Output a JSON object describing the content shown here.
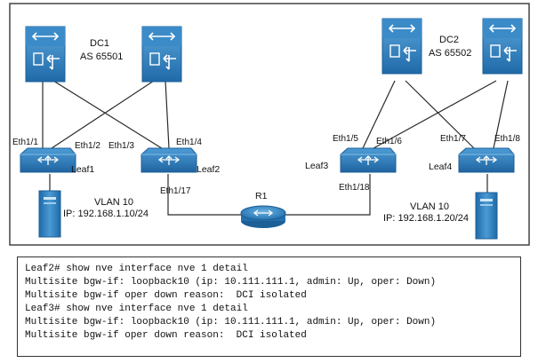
{
  "diagram": {
    "colors": {
      "frame": "#444444",
      "link": "#2a2a2a",
      "device": "#2e86c8",
      "device_dark": "#1d5f97",
      "device_light": "#7fbde8"
    },
    "spines": [
      {
        "id": "s1",
        "icon": "spine-switch-icon"
      },
      {
        "id": "s2",
        "icon": "spine-switch-icon"
      },
      {
        "id": "s3",
        "icon": "spine-switch-icon"
      },
      {
        "id": "s4",
        "icon": "spine-switch-icon"
      }
    ],
    "dc_labels": [
      {
        "name": "DC1",
        "as": "AS 65501"
      },
      {
        "name": "DC2",
        "as": "AS 65502"
      }
    ],
    "leaves": [
      {
        "id": "leaf1",
        "label": "Leaf1"
      },
      {
        "id": "leaf2",
        "label": "Leaf2"
      },
      {
        "id": "leaf3",
        "label": "Leaf3"
      },
      {
        "id": "leaf4",
        "label": "Leaf4"
      }
    ],
    "router": {
      "label": "R1"
    },
    "ports": [
      "Eth1/1",
      "Eth1/2",
      "Eth1/3",
      "Eth1/4",
      "Eth1/17",
      "Eth1/5",
      "Eth1/6",
      "Eth1/18",
      "Eth1/7",
      "Eth1/8"
    ],
    "hosts": [
      {
        "vlan": "VLAN 10",
        "ip": "IP: 192.168.1.10/24"
      },
      {
        "vlan": "VLAN 10",
        "ip": "IP: 192.168.1.20/24"
      }
    ]
  },
  "cli": {
    "lines": [
      "Leaf2# show nve interface nve 1 detail",
      "Multisite bgw-if: loopback10 (ip: 10.111.111.1, admin: Up, oper: Down)",
      "Multisite bgw-if oper down reason:  DCI isolated",
      "Leaf3# show nve interface nve 1 detail",
      "Multisite bgw-if: loopback10 (ip: 10.111.111.1, admin: Up, oper: Down)",
      "Multisite bgw-if oper down reason:  DCI isolated"
    ]
  }
}
